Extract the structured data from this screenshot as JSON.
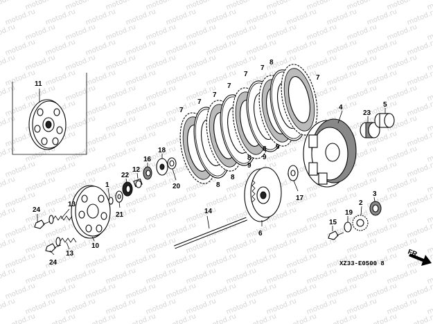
{
  "watermark": "motod.ru",
  "diagram_code": "XZ33-E0500 8",
  "direction_label": "FR.",
  "labels": {
    "p1": "1",
    "p2": "2",
    "p3": "3",
    "p4": "4",
    "p5": "5",
    "p6": "6",
    "p7": "7",
    "p8": "8",
    "p9": "9",
    "p10": "10",
    "p11": "11",
    "p12": "12",
    "p13": "13",
    "p14": "14",
    "p15": "15",
    "p16": "16",
    "p17": "17",
    "p18": "18",
    "p19": "19",
    "p20": "20",
    "p21": "21",
    "p22": "22",
    "p23": "23",
    "p24": "24"
  }
}
